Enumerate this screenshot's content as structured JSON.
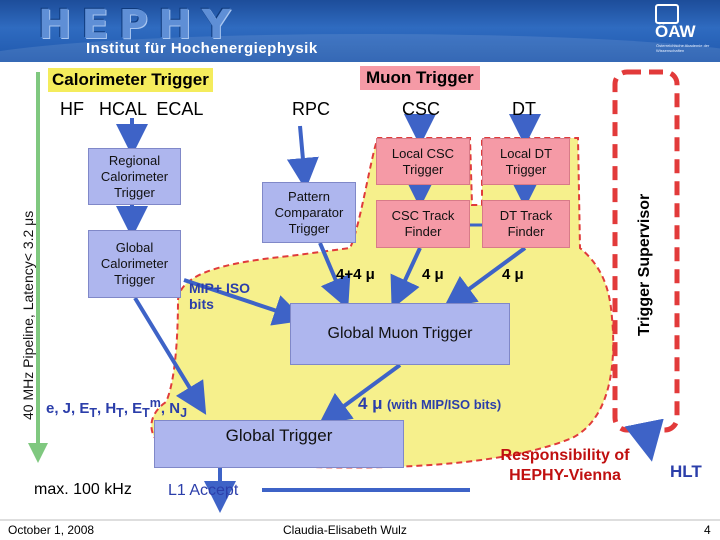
{
  "header": {
    "logo": "HEPHY",
    "subtitle": "Institut für Hochenergiephysik",
    "oaw_logo": "ÖAW",
    "oaw_subtext": "Österreichische Akademie der Wissenschaften"
  },
  "left_axis": {
    "label": "40 MHz Pipeline, Latency< 3.2 μs",
    "bottom_label": "max. 100 kHz"
  },
  "calorimeter": {
    "title": "Calorimeter Trigger",
    "detectors": "HF   HCAL  ECAL",
    "regional": "Regional Calorimeter Trigger",
    "global": "Global Calorimeter Trigger",
    "mip_iso": "MIP+ ISO bits"
  },
  "muon": {
    "title": "Muon Trigger",
    "rpc": "RPC",
    "csc": "CSC",
    "dt": "DT",
    "local_csc": "Local CSC Trigger",
    "local_dt": "Local DT Trigger",
    "pattern_comparator": "Pattern Comparator Trigger",
    "csc_track_finder": "CSC Track Finder",
    "dt_track_finder": "DT Track Finder",
    "count_rpc": "4+4 μ",
    "count_csc": "4 μ",
    "count_dt": "4 μ",
    "global_muon": "Global Muon Trigger",
    "output_main": "4 μ",
    "output_note": "(with MIP/ISO bits)"
  },
  "calo_output": {
    "main": "e, J, E",
    "sub_t": "T",
    "h": ", H",
    "et_m": ", E",
    "sup_m": "m",
    "nj": ", N",
    "sub_j": "J"
  },
  "global_trigger": {
    "label": "Global Trigger",
    "accept": "L1 Accept"
  },
  "supervisor": {
    "label": "Trigger Supervisor"
  },
  "responsibility": "Responsibility of HEPHY-Vienna",
  "hlt": "HLT",
  "footer": {
    "date": "October 1, 2008",
    "author": "Claudia-Elisabeth Wulz",
    "page": "4"
  },
  "colors": {
    "header_blue": "#2f6bc0",
    "box_blue": "#aeb6ee",
    "box_pink": "#f59aa6",
    "arrow_blue": "#3e63c7",
    "highlight_yellow": "#f6f08c",
    "dashed_red": "#e23a3a",
    "green_arrow": "#7fc87f",
    "calo_title_bg": "#f4ec5c",
    "muon_title_bg": "#f59aa6"
  }
}
